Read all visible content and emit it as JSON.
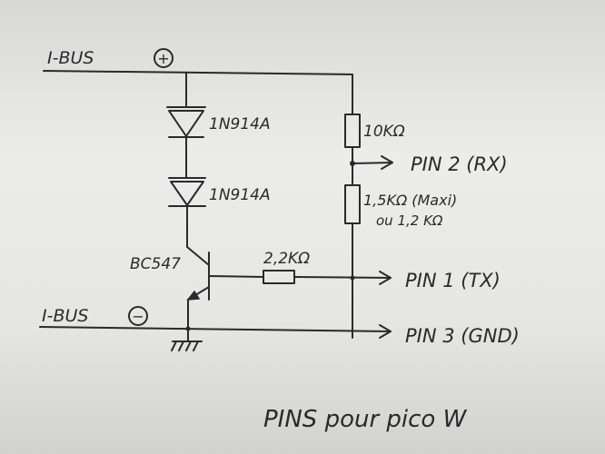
{
  "labels": {
    "ibus_plus": "I-BUS",
    "plus_symbol": "+",
    "ibus_minus": "I-BUS",
    "minus_symbol": "−",
    "diode1": "1N914A",
    "diode2": "1N914A",
    "transistor": "BC547",
    "r_top": "10KΩ",
    "r_mid": "1,5KΩ (Maxi)",
    "r_mid_alt": "ou 1,2 KΩ",
    "r_base": "2,2KΩ",
    "pin2": "PIN 2 (RX)",
    "pin1": "PIN 1 (TX)",
    "pin3": "PIN 3 (GND)",
    "caption": "PINS pour pico W"
  }
}
